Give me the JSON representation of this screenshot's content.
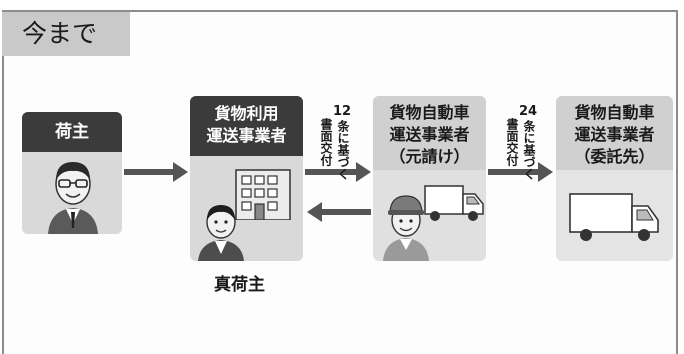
{
  "section_tab": "今まで",
  "nodes": {
    "shipper": {
      "title": "荷主"
    },
    "consigner": {
      "line1": "貨物利用",
      "line2": "運送事業者",
      "caption": "真荷主"
    },
    "prime": {
      "line1": "貨物自動車",
      "line2": "運送事業者",
      "line3": "（元請け）"
    },
    "sub": {
      "line1": "貨物自動車",
      "line2": "運送事業者",
      "line3": "（委託先）"
    }
  },
  "edges": {
    "art12": {
      "num": "12",
      "text1": "条に基づく",
      "text2": "書面交付"
    },
    "art24": {
      "num": "24",
      "text1": "条に基づく",
      "text2": "書面交付"
    }
  },
  "colors": {
    "header_dark": "#3b3b3b",
    "node_bg": "#d9d9d9",
    "arrow": "#555555"
  }
}
